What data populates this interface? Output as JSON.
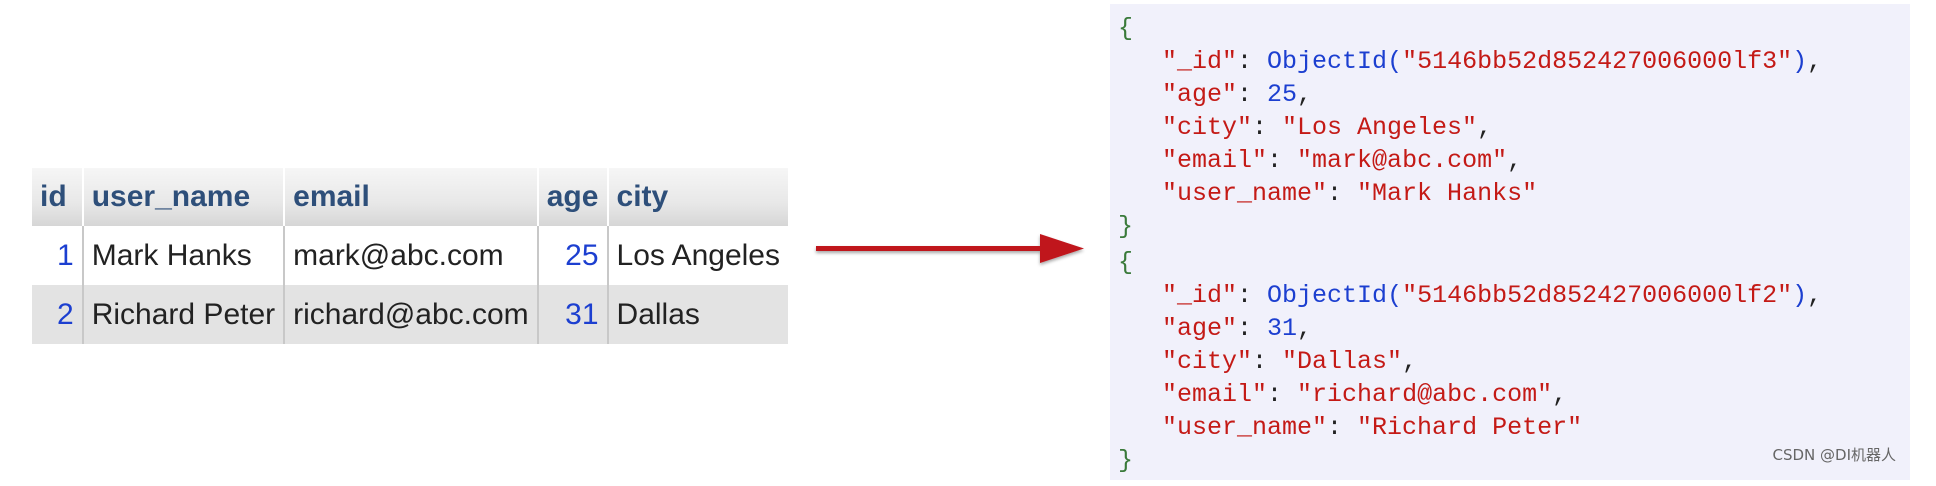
{
  "table": {
    "columns": [
      "id",
      "user_name",
      "email",
      "age",
      "city"
    ],
    "rows": [
      {
        "id": "1",
        "user_name": "Mark Hanks",
        "email": "mark@abc.com",
        "age": "25",
        "city": "Los Angeles"
      },
      {
        "id": "2",
        "user_name": "Richard Peter",
        "email": "richard@abc.com",
        "age": "31",
        "city": "Dallas"
      }
    ]
  },
  "arrow": {
    "color": "#c0141c"
  },
  "json_docs": [
    {
      "open": "{",
      "close": "}",
      "id_key": "\"_id\"",
      "id_func": "ObjectId",
      "id_value": "\"5146bb52d852427006000lf3\"",
      "age_key": "\"age\"",
      "age_value": "25",
      "city_key": "\"city\"",
      "city_value": "\"Los Angeles\"",
      "email_key": "\"email\"",
      "email_value": "\"mark@abc.com\"",
      "user_key": "\"user_name\"",
      "user_value": "\"Mark Hanks\""
    },
    {
      "open": "{",
      "close": "}",
      "id_key": "\"_id\"",
      "id_func": "ObjectId",
      "id_value": "\"5146bb52d852427006000lf2\"",
      "age_key": "\"age\"",
      "age_value": "31",
      "city_key": "\"city\"",
      "city_value": "\"Dallas\"",
      "email_key": "\"email\"",
      "email_value": "\"richard@abc.com\"",
      "user_key": "\"user_name\"",
      "user_value": "\"Richard Peter\""
    }
  ],
  "watermark": "CSDN @DI机器人",
  "colors": {
    "json_background": "#f1f1fb",
    "string": "#c41a16",
    "number": "#1c3fd0",
    "header_text": "#2e4f7a"
  }
}
